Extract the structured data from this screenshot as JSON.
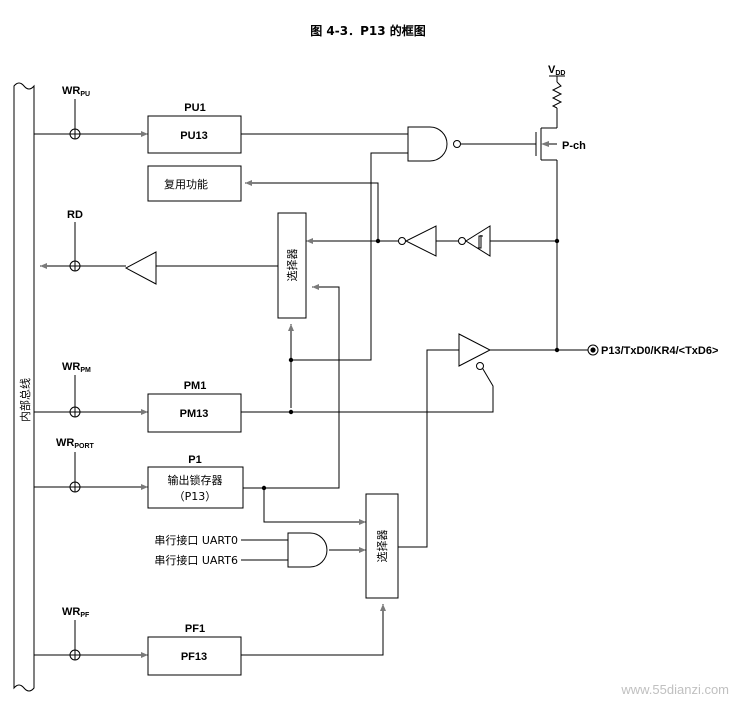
{
  "title": "图 4-3．P13 的框图",
  "bus_label": "内部总线",
  "blocks": {
    "pu1": {
      "label": "PU1",
      "inner": "PU13"
    },
    "alt_function": {
      "inner": "复用功能"
    },
    "pm1": {
      "label": "PM1",
      "inner": "PM13"
    },
    "p1": {
      "label": "P1",
      "inner_line1": "输出锁存器",
      "inner_line2": "（P13）"
    },
    "pf1": {
      "label": "PF1",
      "inner": "PF13"
    },
    "selector_top": {
      "inner": "选择器"
    },
    "selector_bottom": {
      "inner": "选择器"
    }
  },
  "signals": {
    "wr_pu": {
      "main": "WR",
      "sub": "PU"
    },
    "rd": {
      "main": "RD"
    },
    "wr_pm": {
      "main": "WR",
      "sub": "PM"
    },
    "wr_port": {
      "main": "WR",
      "sub": "PORT"
    },
    "wr_pf": {
      "main": "WR",
      "sub": "PF"
    },
    "vdd": {
      "main": "V",
      "sub": "DD"
    },
    "pch": {
      "main": "P-ch"
    },
    "uart0": {
      "main": "串行接口 UART0"
    },
    "uart6": {
      "main": "串行接口 UART6"
    }
  },
  "pin_label": "P13/TxD0/KR4/<TxD6>",
  "watermark": "www.55dianzi.com"
}
